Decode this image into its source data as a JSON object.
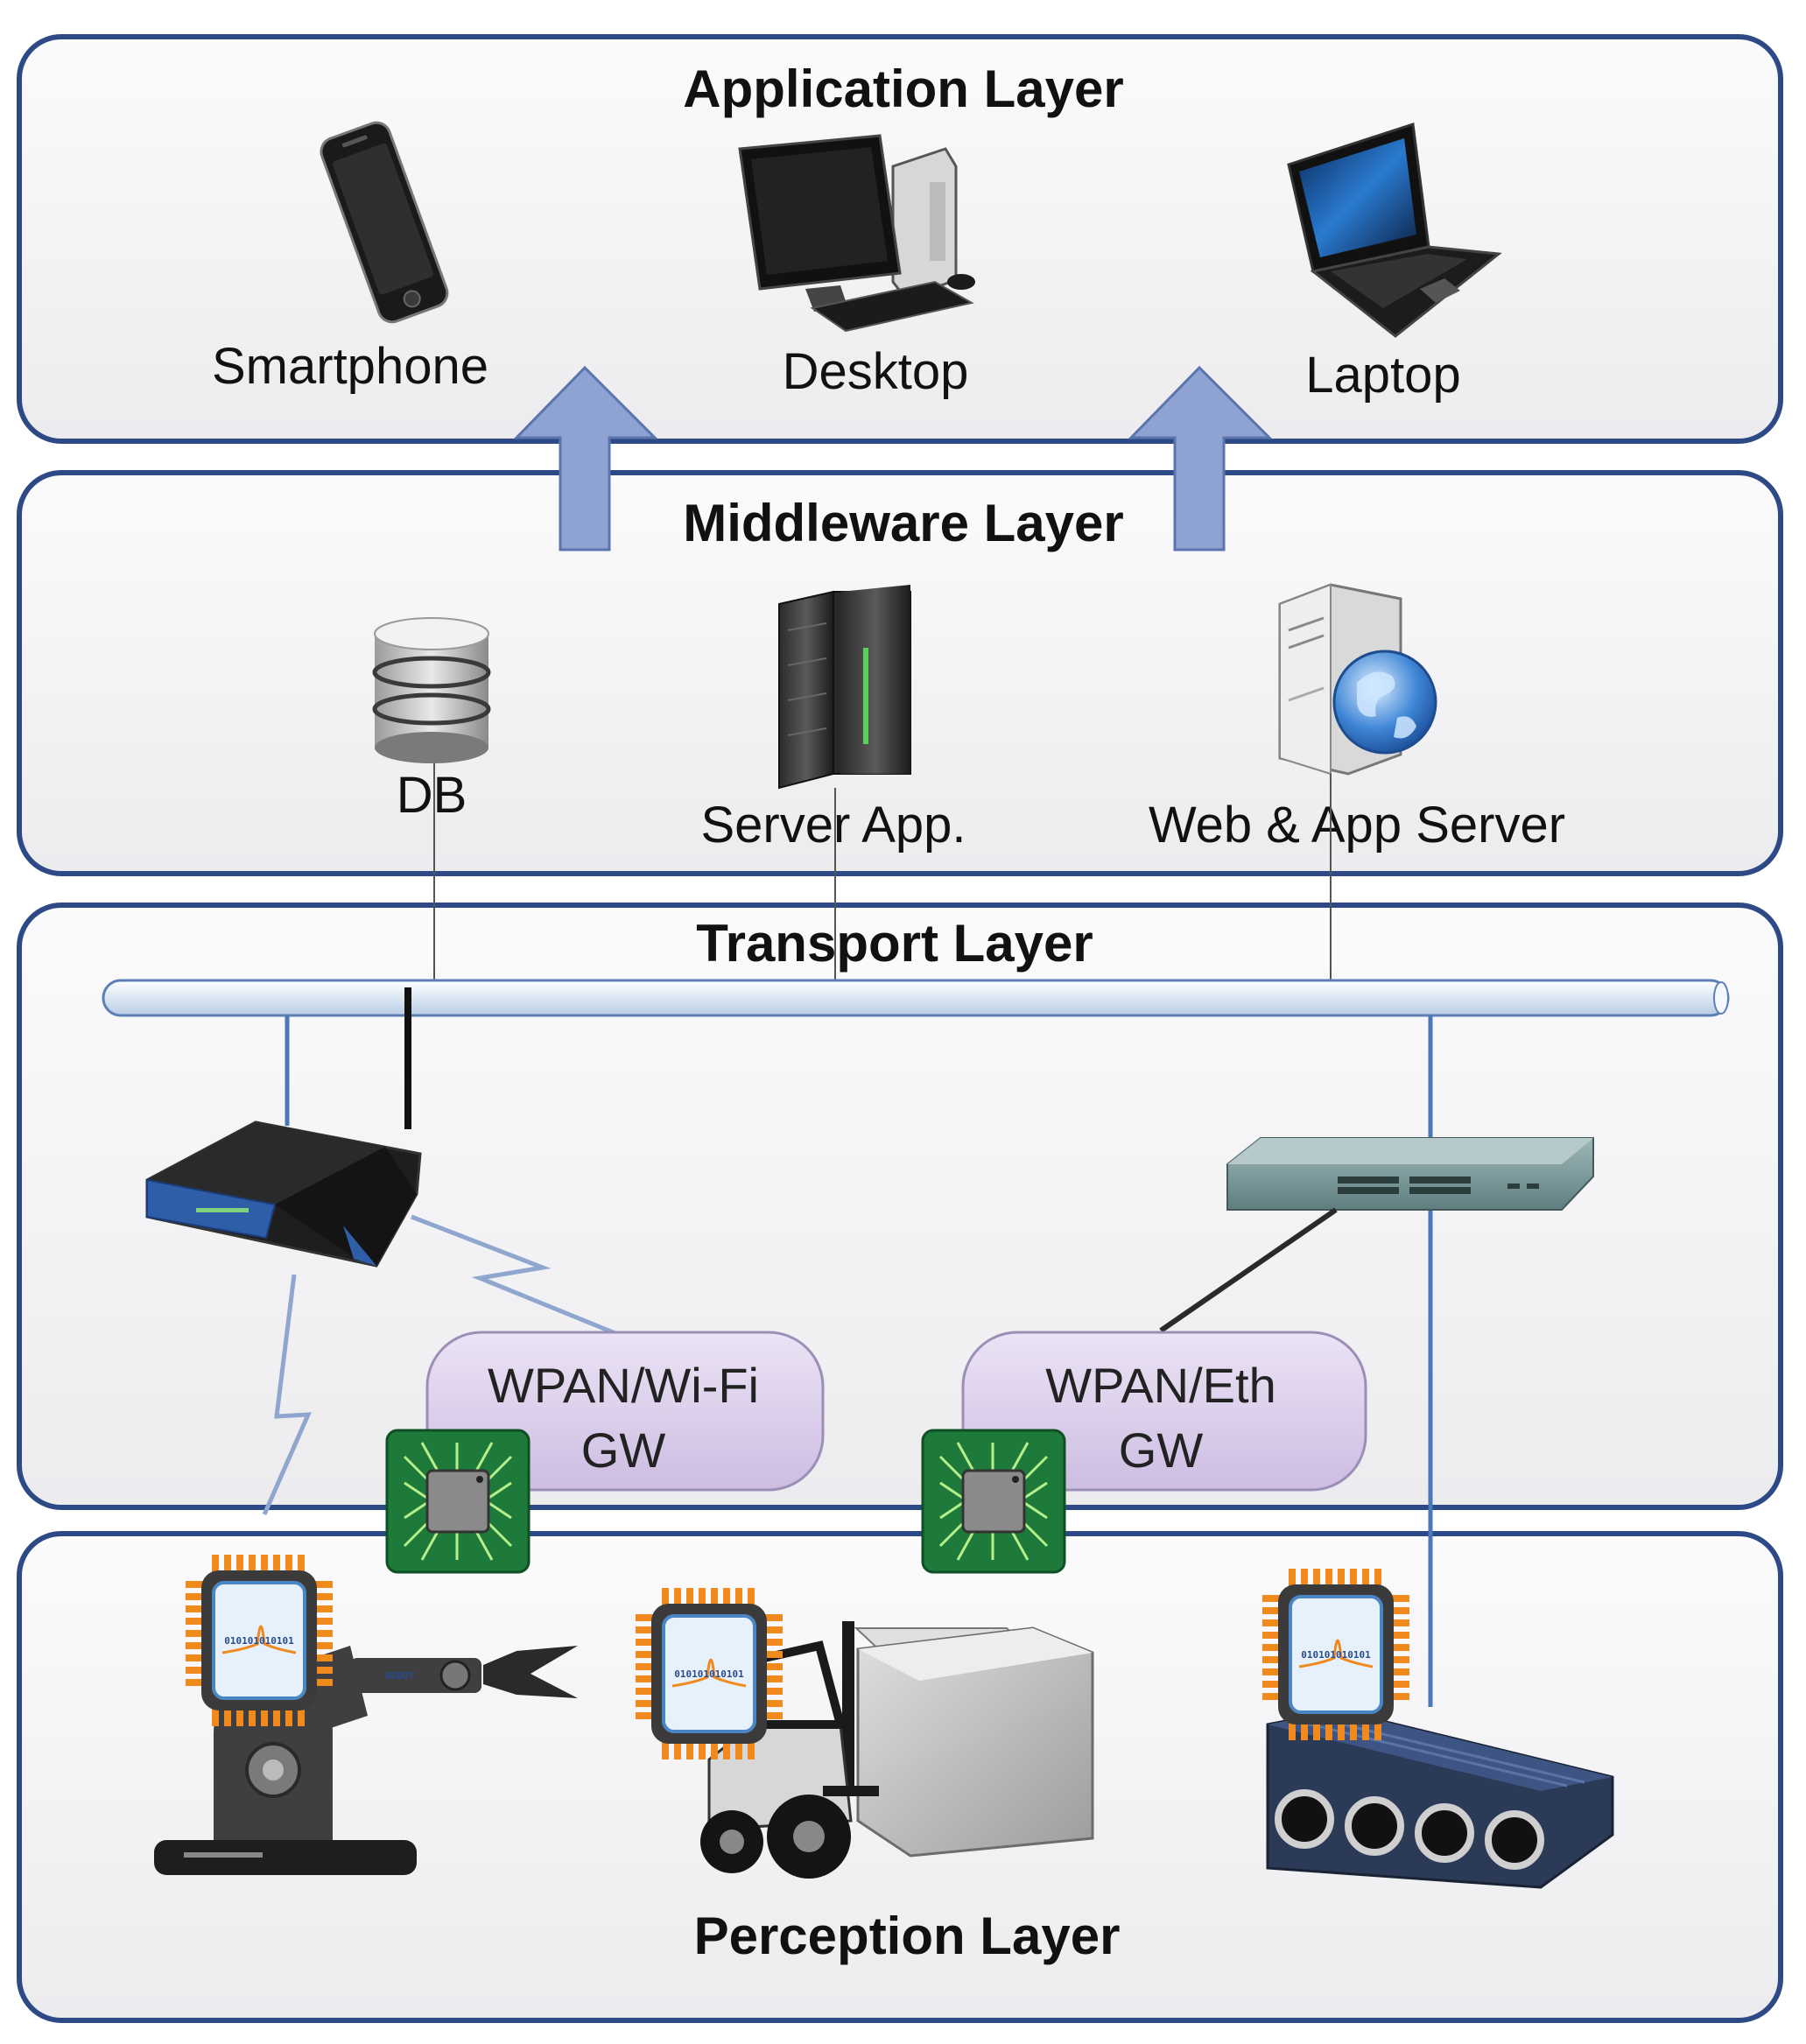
{
  "layers": {
    "application": {
      "title": "Application Layer",
      "devices": [
        {
          "label": "Smartphone",
          "icon": "smartphone-icon"
        },
        {
          "label": "Desktop",
          "icon": "desktop-icon"
        },
        {
          "label": "Laptop",
          "icon": "laptop-icon"
        }
      ]
    },
    "middleware": {
      "title": "Middleware Layer",
      "devices": [
        {
          "label": "DB",
          "icon": "database-icon"
        },
        {
          "label": "Server App.",
          "icon": "server-rack-icon"
        },
        {
          "label": "Web & App Server",
          "icon": "web-server-globe-icon"
        }
      ]
    },
    "transport": {
      "title": "Transport Layer",
      "gateways": [
        {
          "line1": "WPAN/Wi-Fi",
          "line2": "GW"
        },
        {
          "line1": "WPAN/Eth",
          "line2": "GW"
        }
      ]
    },
    "perception": {
      "title": "Perception Layer",
      "chip_text": "010101010101",
      "robot_text": "ROBOT"
    }
  },
  "colors": {
    "panel_border": "#2e4a86",
    "panel_fill": "#f3f3f5",
    "arrow_fill": "#8ea3d2",
    "bus_fill": "#e4eef8",
    "bus_stroke": "#5c7fb5",
    "gateway_fill": "#ddd0ec",
    "chip_green": "#1d7a3a",
    "chip_orange": "#f08a1e"
  }
}
